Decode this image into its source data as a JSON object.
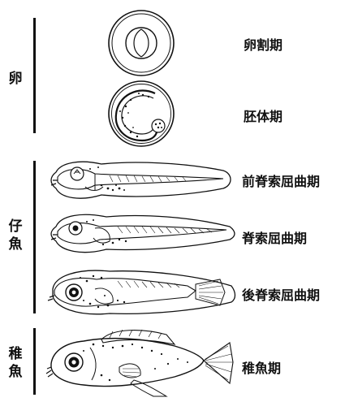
{
  "groups": {
    "egg": {
      "label": "卵"
    },
    "larva": {
      "label_line1": "仔",
      "label_line2": "魚"
    },
    "juvenile": {
      "label_line1": "稚",
      "label_line2": "魚"
    }
  },
  "stages": [
    {
      "label": "卵割期",
      "icon": "cleaving-egg-icon"
    },
    {
      "label": "胚体期",
      "icon": "embryo-egg-icon"
    },
    {
      "label": "前脊索屈曲期",
      "icon": "preflexion-larva-icon"
    },
    {
      "label": "脊索屈曲期",
      "icon": "flexion-larva-icon"
    },
    {
      "label": "後脊索屈曲期",
      "icon": "postflexion-larva-icon"
    },
    {
      "label": "稚魚期",
      "icon": "juvenile-fish-icon"
    }
  ]
}
